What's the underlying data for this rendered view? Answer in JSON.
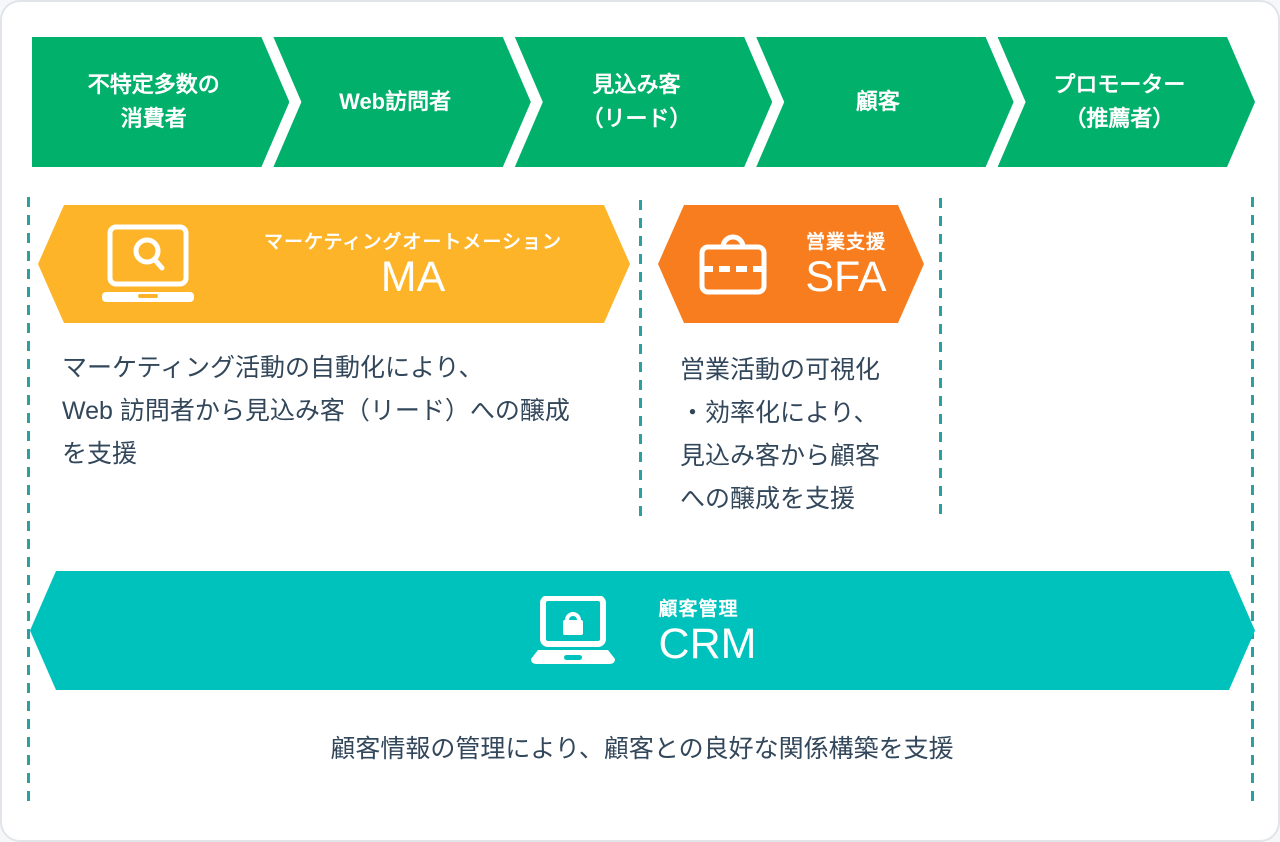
{
  "funnel": {
    "stages": [
      {
        "label": "不特定多数の\n消費者"
      },
      {
        "label": "Web訪問者"
      },
      {
        "label": "見込み客\n（リード）"
      },
      {
        "label": "顧客"
      },
      {
        "label": "プロモーター\n（推薦者）"
      }
    ]
  },
  "ma": {
    "subtitle": "マーケティングオートメーション",
    "title": "MA",
    "icon": "laptop-search-icon",
    "description": "マーケティング活動の自動化により、\nWeb 訪問者から見込み客（リード）への醸成\nを支援"
  },
  "sfa": {
    "subtitle": "営業支援",
    "title": "SFA",
    "icon": "briefcase-icon",
    "description": "営業活動の可視化\n・効率化により、\n見込み客から顧客\nへの醸成を支援"
  },
  "crm": {
    "subtitle": "顧客管理",
    "title": "CRM",
    "icon": "laptop-lock-icon",
    "description": "顧客情報の管理により、顧客との良好な関係構築を支援"
  },
  "colors": {
    "funnel_green": "#00b06b",
    "ma_orange": "#fdb429",
    "sfa_orange": "#f87d1e",
    "crm_teal": "#00c2bc",
    "divider_teal": "#2aa0a1",
    "text_dark": "#33475b"
  }
}
